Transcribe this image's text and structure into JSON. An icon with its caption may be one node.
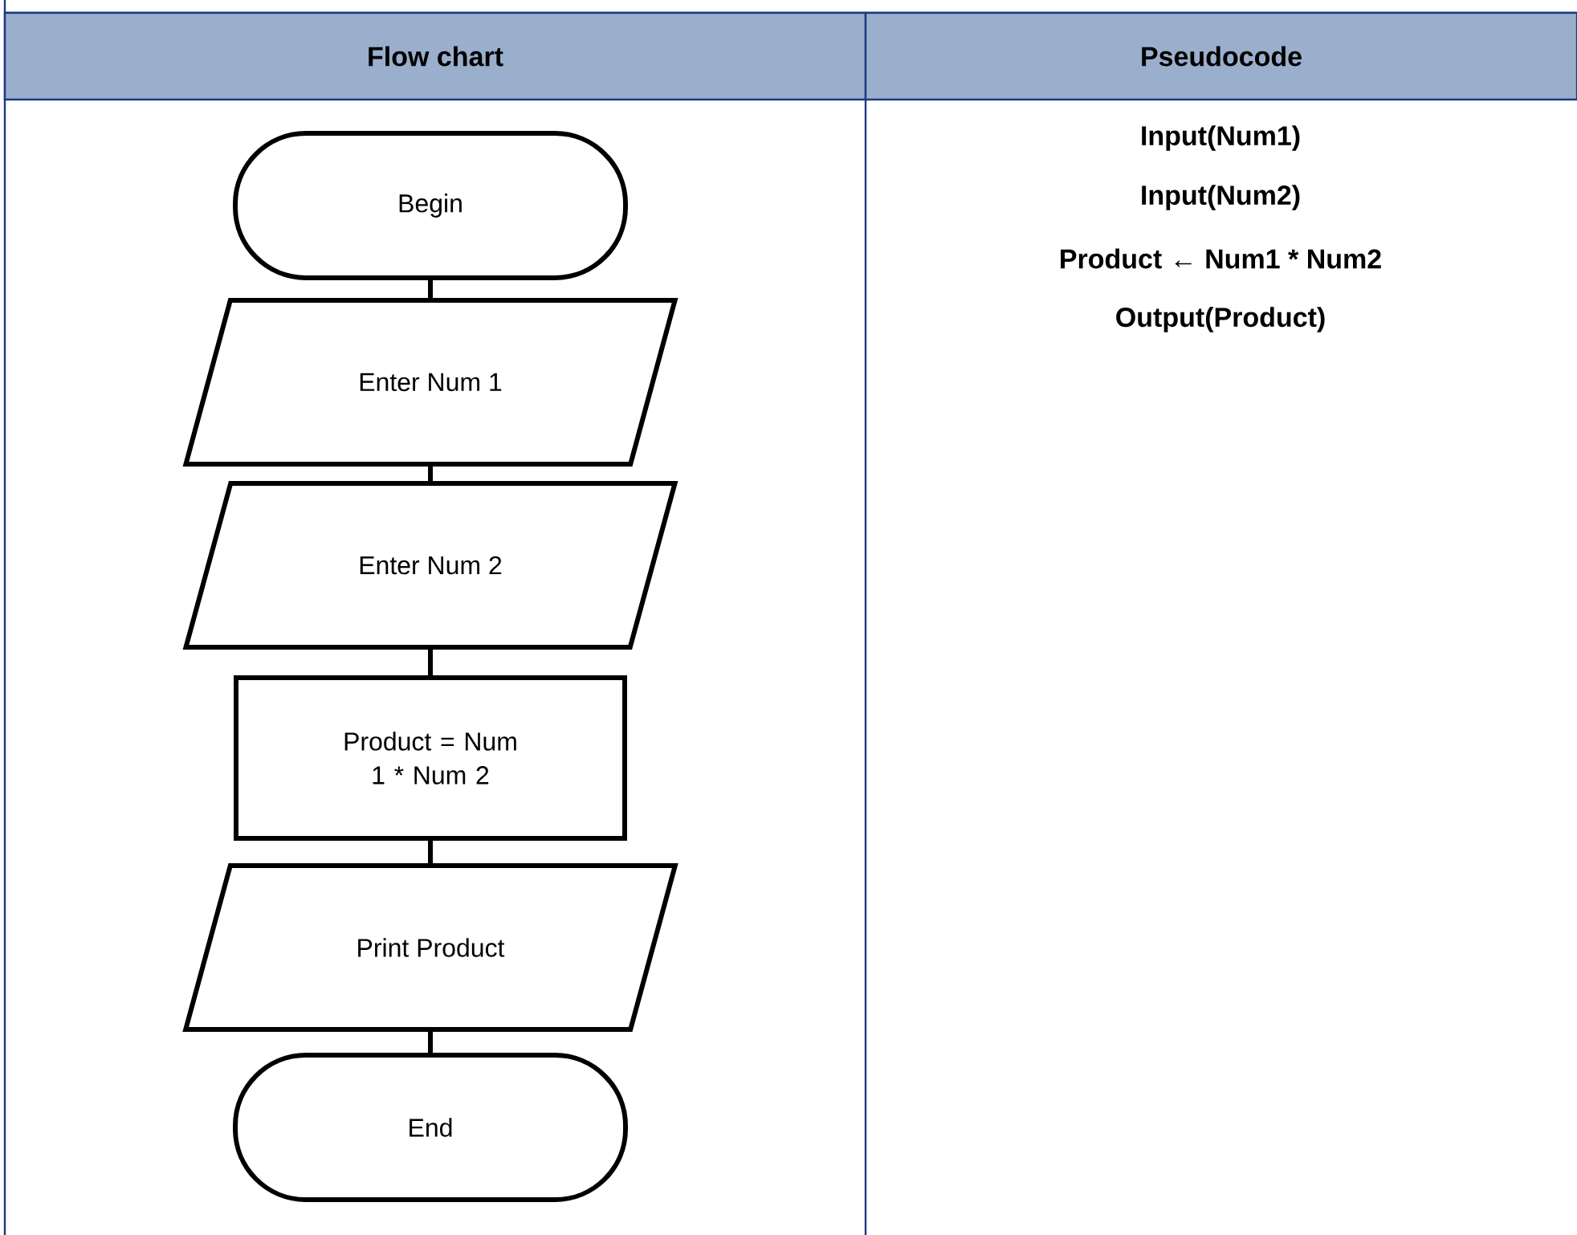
{
  "diagram": {
    "nodes": [
      {
        "text": [
          "Begin"
        ]
      },
      {
        "text": [
          "Enter Num 1"
        ]
      },
      {
        "text": [
          "Enter Num 2"
        ]
      },
      {
        "text": [
          "Product = Num 1 * Num 2"
        ]
      },
      {
        "text": [
          "Print Product"
        ]
      },
      {
        "text": [
          "End"
        ]
      }
    ],
    "edges": [
      {
        "from": 0,
        "to": 1,
        "arrow": "none"
      },
      {
        "from": 1,
        "to": 2,
        "arrow": "none"
      },
      {
        "from": 2,
        "to": 3,
        "arrow": "none"
      },
      {
        "from": 3,
        "to": 4,
        "arrow": "none"
      },
      {
        "from": 4,
        "to": 5,
        "arrow": "none"
      }
    ],
    "labels": [
      "Flow chart",
      "Pseudocode",
      "Input(Num1)",
      "Input(Num2)",
      "Product ← Num1 * Num2",
      "Output(Product)"
    ]
  }
}
